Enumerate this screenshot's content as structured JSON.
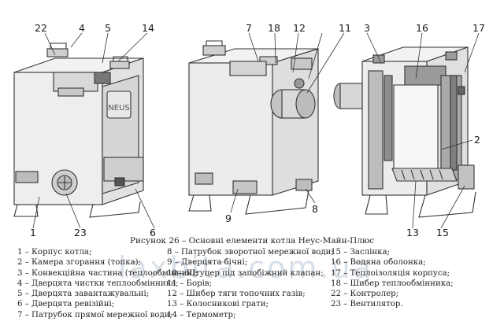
{
  "callouts": {
    "c22": "22",
    "c4": "4",
    "c5": "5",
    "c14": "14",
    "c1": "1",
    "c23": "23",
    "c6": "6",
    "c7": "7",
    "c18": "18",
    "c12": "12",
    "c11": "11",
    "c9": "9",
    "c8": "8",
    "c3": "3",
    "c16": "16",
    "c17": "17",
    "c2": "2",
    "c13": "13",
    "c15": "15"
  },
  "caption": "Рисунок 26 – Основні елементи котла Неус-Майн-Плюс",
  "nameplate": "NEUS",
  "legend": {
    "col1": [
      "1 – Корпус котла;",
      "2 – Камера згорання (топка);",
      "3 – Конвекційна частина (теплообмінник);",
      "4 – Дверцята чистки теплообмінника;",
      "5 – Дверцята завантажувальні;",
      "6 – Дверцята ревізійні;",
      "7 – Патрубок прямої мережної води;"
    ],
    "col2": [
      "8 – Патрубок зворотної мережної води;",
      "9 – Дверцята бічні;",
      "10 – Штуцер під запобіжний клапан;",
      "11 – Борів;",
      "12 – Шибер тяги топочних газів;",
      "13 – Колосникові грати;",
      "14 – Термометр;"
    ],
    "col3": [
      "15 – Заслінка;",
      "16 – Водяна оболонка;",
      "17 – Теплоізоляція корпуса;",
      "18 – Шибер теплообмінника;",
      "22 – Контролер;",
      "23 – Вентилятор."
    ]
  },
  "watermark": "laxbita.com.ua"
}
